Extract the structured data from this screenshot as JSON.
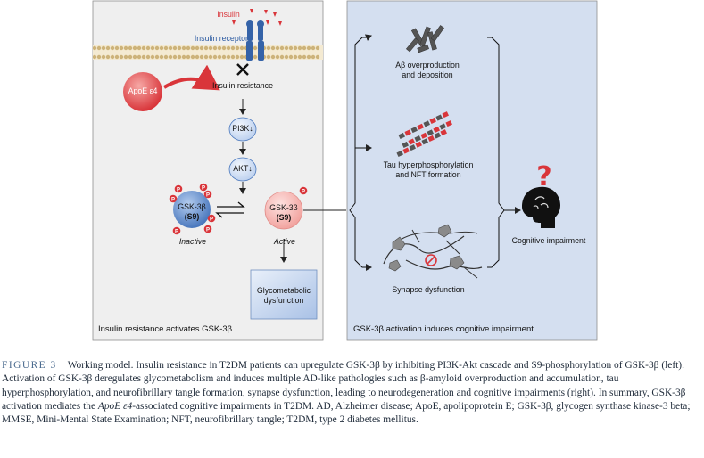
{
  "left_panel": {
    "insulin": "Insulin",
    "insulin_receptor": "Insulin receptor",
    "apoe": "ApoE ε4",
    "insulin_resistance": "Insulin resistance",
    "pi3k": "PI3K↓",
    "akt": "AKT↓",
    "gsk_inactive_1": "GSK-3β",
    "gsk_inactive_2": "(S9)",
    "gsk_active_1": "GSK-3β",
    "gsk_active_2": "(S9)",
    "inactive": "Inactive",
    "active": "Active",
    "glycometabolic_1": "Glycometabolic",
    "glycometabolic_2": "dysfunction",
    "phospho": "P",
    "panel_title": "Insulin resistance activates GSK-3β"
  },
  "right_panel": {
    "abeta_1": "Aβ overproduction",
    "abeta_2": "and deposition",
    "tau_1": "Tau hyperphosphorylation",
    "tau_2": "and NFT formation",
    "synapse": "Synapse dysfunction",
    "cognitive": "Cognitive impairment",
    "panel_title": "GSK-3β activation induces cognitive impairment"
  },
  "caption": {
    "figure_number": "FIGURE 3",
    "text": "Working model. Insulin resistance in T2DM patients can upregulate GSK-3β by inhibiting PI3K-Akt cascade and S9-phosphorylation of GSK-3β (left). Activation of GSK-3β deregulates glycometabolism and induces multiple AD-like pathologies such as β-amyloid overproduction and accumulation, tau hyperphosphorylation, and neurofibrillary tangle formation, synapse dysfunction, leading to neurodegeneration and cognitive impairments (right). In summary, GSK-3β activation mediates the ",
    "italic": "ApoE ε4",
    "text_after": "-associated cognitive impairments in T2DM. AD, Alzheimer disease; ApoE, apolipoprotein E; GSK-3β, glycogen synthase kinase-3 beta; MMSE, Mini-Mental State Examination; NFT, neurofibrillary tangle; T2DM, type 2 diabetes mellitus."
  },
  "colors": {
    "left_bg": "#efefef",
    "right_bg": "#d4dff0",
    "red": "#e03a3e",
    "blue": "#5b86c6",
    "caption_text": "#1f2b3a",
    "figure_label": "#4a6a8e"
  }
}
